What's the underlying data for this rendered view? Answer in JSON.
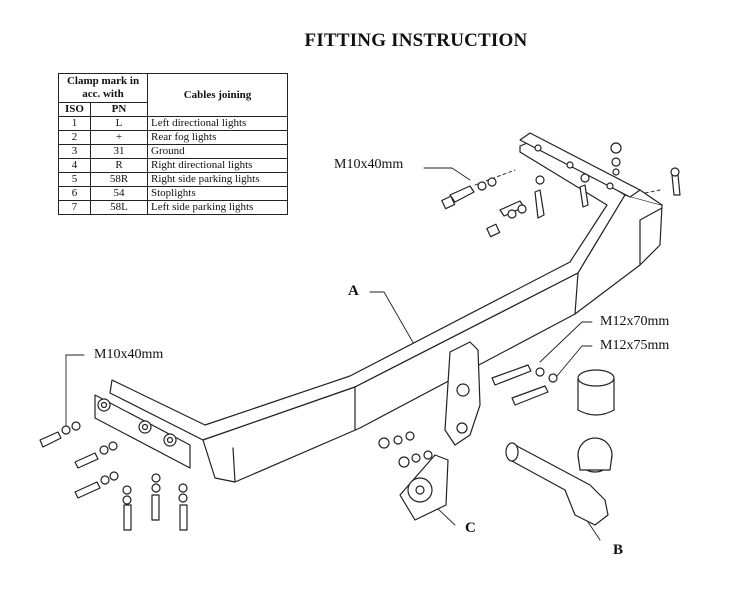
{
  "title": "FITTING INSTRUCTION",
  "table": {
    "header_clamp": "Clamp mark in acc. with",
    "header_cables": "Cables joining",
    "col_iso": "ISO",
    "col_pn": "PN",
    "rows": [
      {
        "iso": "1",
        "pn": "L",
        "desc": "Left directional lights"
      },
      {
        "iso": "2",
        "pn": "+",
        "desc": "Rear fog lights"
      },
      {
        "iso": "3",
        "pn": "31",
        "desc": "Ground"
      },
      {
        "iso": "4",
        "pn": "R",
        "desc": "Right directional lights"
      },
      {
        "iso": "5",
        "pn": "58R",
        "desc": "Right side parking lights"
      },
      {
        "iso": "6",
        "pn": "54",
        "desc": "Stoplights"
      },
      {
        "iso": "7",
        "pn": "58L",
        "desc": "Left side parking lights"
      }
    ]
  },
  "callouts": {
    "bolt_top": "M10x40mm",
    "bolt_left": "M10x40mm",
    "bolt_m12_70": "M12x70mm",
    "bolt_m12_75": "M12x75mm"
  },
  "parts": {
    "a": "A",
    "b": "B",
    "c": "C"
  }
}
